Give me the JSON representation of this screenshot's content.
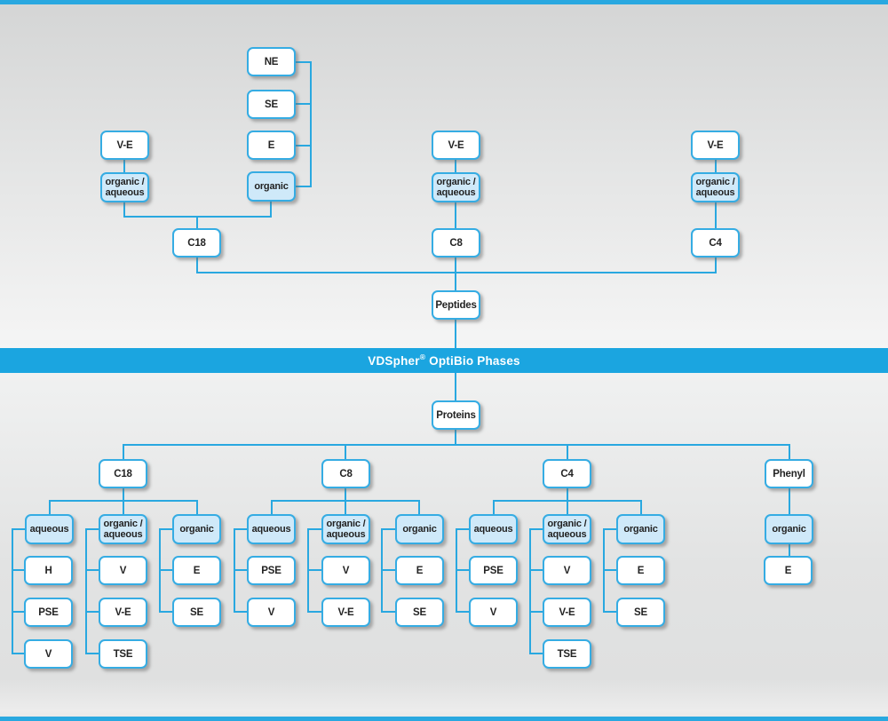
{
  "banner": {
    "brand": "VDSpher",
    "reg": "®",
    "rest": "OptiBio Phases"
  },
  "colors": {
    "accent_blue": "#29a8e0",
    "banner_blue": "#1ba5e0",
    "category_fill": "#cfe9f9",
    "box_border": "#35ace3",
    "box_text": "#232323",
    "banner_text": "#ffffff"
  },
  "structure": {
    "peptides": {
      "label": "Peptides",
      "columns": [
        {
          "column": "C18",
          "modes": [
            {
              "mode": "organic /\naqueous",
              "phases": [
                "V-E"
              ]
            },
            {
              "mode": "organic",
              "phases": [
                "NE",
                "SE",
                "E"
              ]
            }
          ]
        },
        {
          "column": "C8",
          "modes": [
            {
              "mode": "organic /\naqueous",
              "phases": [
                "V-E"
              ]
            }
          ]
        },
        {
          "column": "C4",
          "modes": [
            {
              "mode": "organic /\naqueous",
              "phases": [
                "V-E"
              ]
            }
          ]
        }
      ]
    },
    "proteins": {
      "label": "Proteins",
      "columns": [
        {
          "column": "C18",
          "modes": [
            {
              "mode": "aqueous",
              "phases": [
                "H",
                "PSE",
                "V"
              ]
            },
            {
              "mode": "organic /\naqueous",
              "phases": [
                "V",
                "V-E",
                "TSE"
              ]
            },
            {
              "mode": "organic",
              "phases": [
                "E",
                "SE"
              ]
            }
          ]
        },
        {
          "column": "C8",
          "modes": [
            {
              "mode": "aqueous",
              "phases": [
                "PSE",
                "V"
              ]
            },
            {
              "mode": "organic /\naqueous",
              "phases": [
                "V",
                "V-E"
              ]
            },
            {
              "mode": "organic",
              "phases": [
                "E",
                "SE"
              ]
            }
          ]
        },
        {
          "column": "C4",
          "modes": [
            {
              "mode": "aqueous",
              "phases": [
                "PSE",
                "V"
              ]
            },
            {
              "mode": "organic /\naqueous",
              "phases": [
                "V",
                "V-E",
                "TSE"
              ]
            },
            {
              "mode": "organic",
              "phases": [
                "E",
                "SE"
              ]
            }
          ]
        },
        {
          "column": "Phenyl",
          "modes": [
            {
              "mode": "organic",
              "phases": [
                "E"
              ]
            }
          ]
        }
      ]
    }
  }
}
